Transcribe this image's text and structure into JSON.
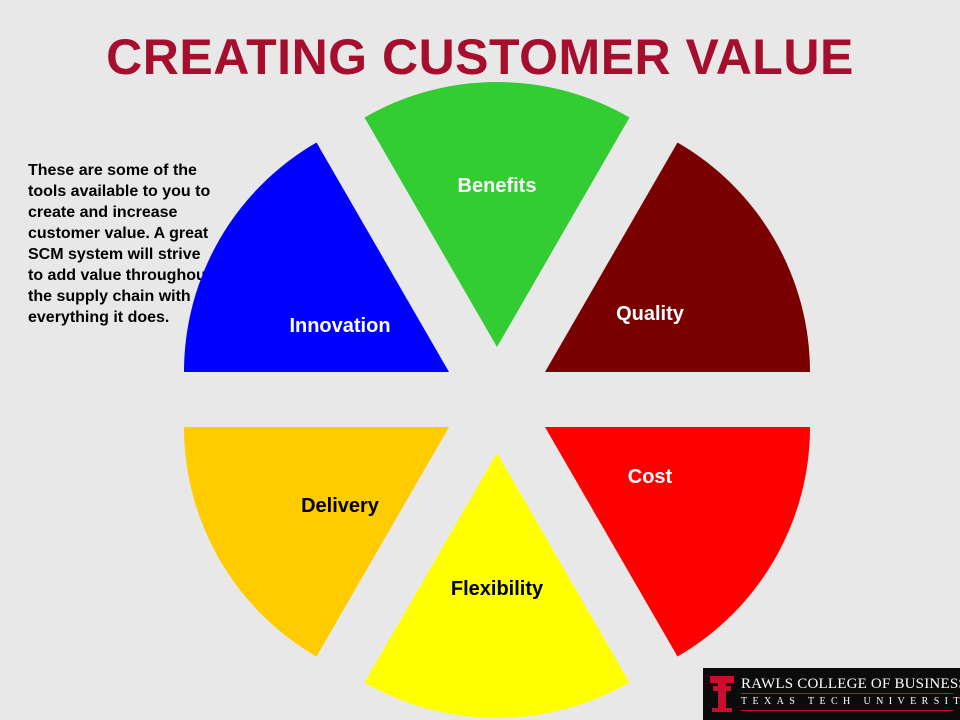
{
  "title": "CREATING CUSTOMER VALUE",
  "note": "These are some of the tools available to you to create and increase customer value.  A great SCM system will strive to add value throughout the supply chain with everything it does.",
  "segments": [
    {
      "label": "Benefits",
      "color": "#33cc33",
      "text_color": "#ffffff"
    },
    {
      "label": "Quality",
      "color": "#7a0000",
      "text_color": "#ffffff"
    },
    {
      "label": "Cost",
      "color": "#ff0000",
      "text_color": "#ffffff"
    },
    {
      "label": "Flexibility",
      "color": "#ffff00",
      "text_color": "#000000"
    },
    {
      "label": "Delivery",
      "color": "#ffcc00",
      "text_color": "#000000"
    },
    {
      "label": "Innovation",
      "color": "#0000ff",
      "text_color": "#ffffff"
    }
  ],
  "logo": {
    "college": "RAWLS COLLEGE OF BUSINESS",
    "university": "TEXAS TECH UNIVERSITY",
    "emblem_color": "#c8102e"
  }
}
